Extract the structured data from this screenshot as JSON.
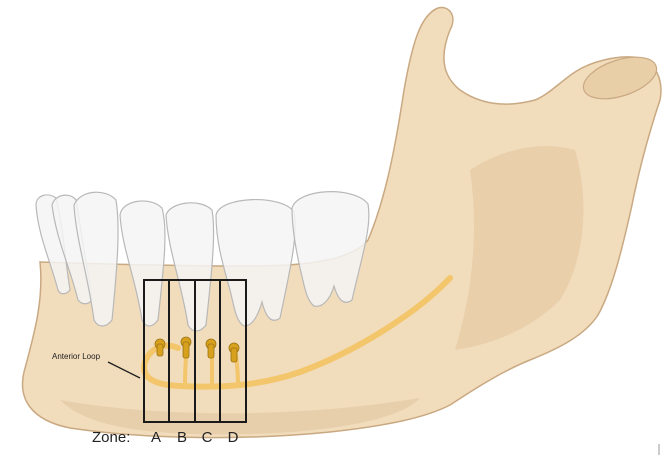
{
  "diagram": {
    "callout_label": "Anterior Loop",
    "zone_prefix": "Zone:",
    "zones": [
      "A",
      "B",
      "C",
      "D"
    ],
    "colors": {
      "bone": "#f1dcbc",
      "bone_shadow": "#dfc29a",
      "bone_outline": "#c9a982",
      "tooth": "#f4f4f4",
      "tooth_outline": "#b8b8b8",
      "nerve": "#f3c66c",
      "screw": "#d7a11e",
      "zone_line": "#1a1a1a"
    }
  }
}
